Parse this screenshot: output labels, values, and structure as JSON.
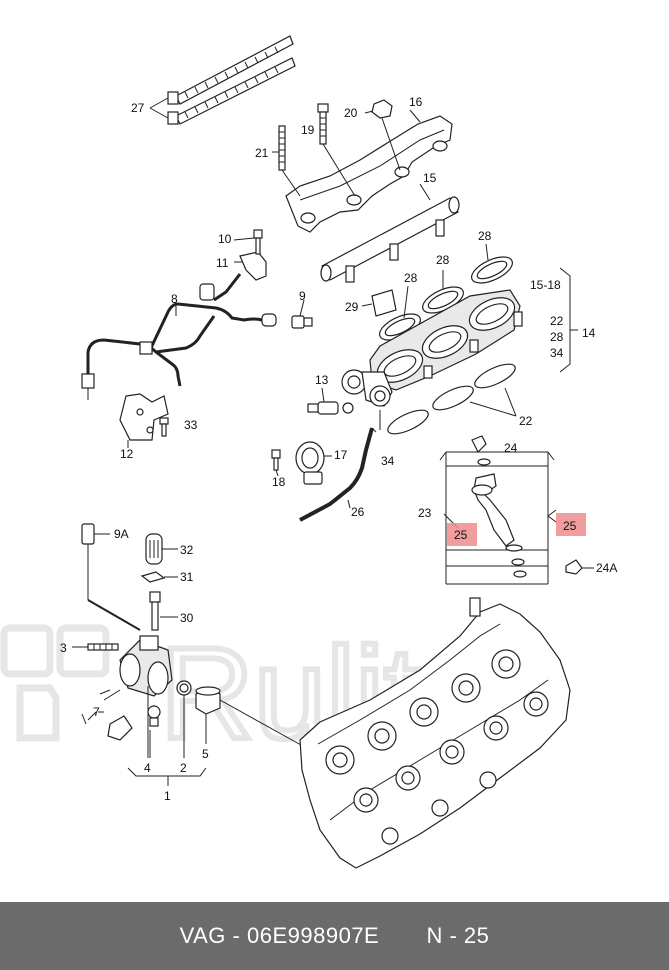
{
  "callouts": {
    "c27": "27",
    "c20": "20",
    "c16": "16",
    "c19": "19",
    "c21": "21",
    "c15": "15",
    "c10": "10",
    "c28a": "28",
    "c11": "11",
    "c28b": "28",
    "c28c": "28",
    "c8": "8",
    "c9": "9",
    "c29": "29",
    "c1518": "15-18",
    "c22a": "22",
    "c28d": "28",
    "c14": "14",
    "c34a": "34",
    "c13": "13",
    "c33": "33",
    "c22b": "22",
    "c12": "12",
    "c17": "17",
    "c24": "24",
    "c18": "18",
    "c34b": "34",
    "c26": "26",
    "c23": "23",
    "c25a": "25",
    "c25b": "25",
    "c9a": "9A",
    "c32": "32",
    "c24a": "24A",
    "c31": "31",
    "c30": "30",
    "c3": "3",
    "c7": "7",
    "c4": "4",
    "c2": "2",
    "c5": "5",
    "c1": "1"
  },
  "highlight_color": "#f08c8c",
  "watermark": {
    "text": "Rulitu",
    "color": "#e6e6e6"
  },
  "footer": {
    "brand": "VAG",
    "part_number": "06E998907E",
    "position": "N - 25",
    "separator": "-",
    "background": "#6b6b6b"
  }
}
